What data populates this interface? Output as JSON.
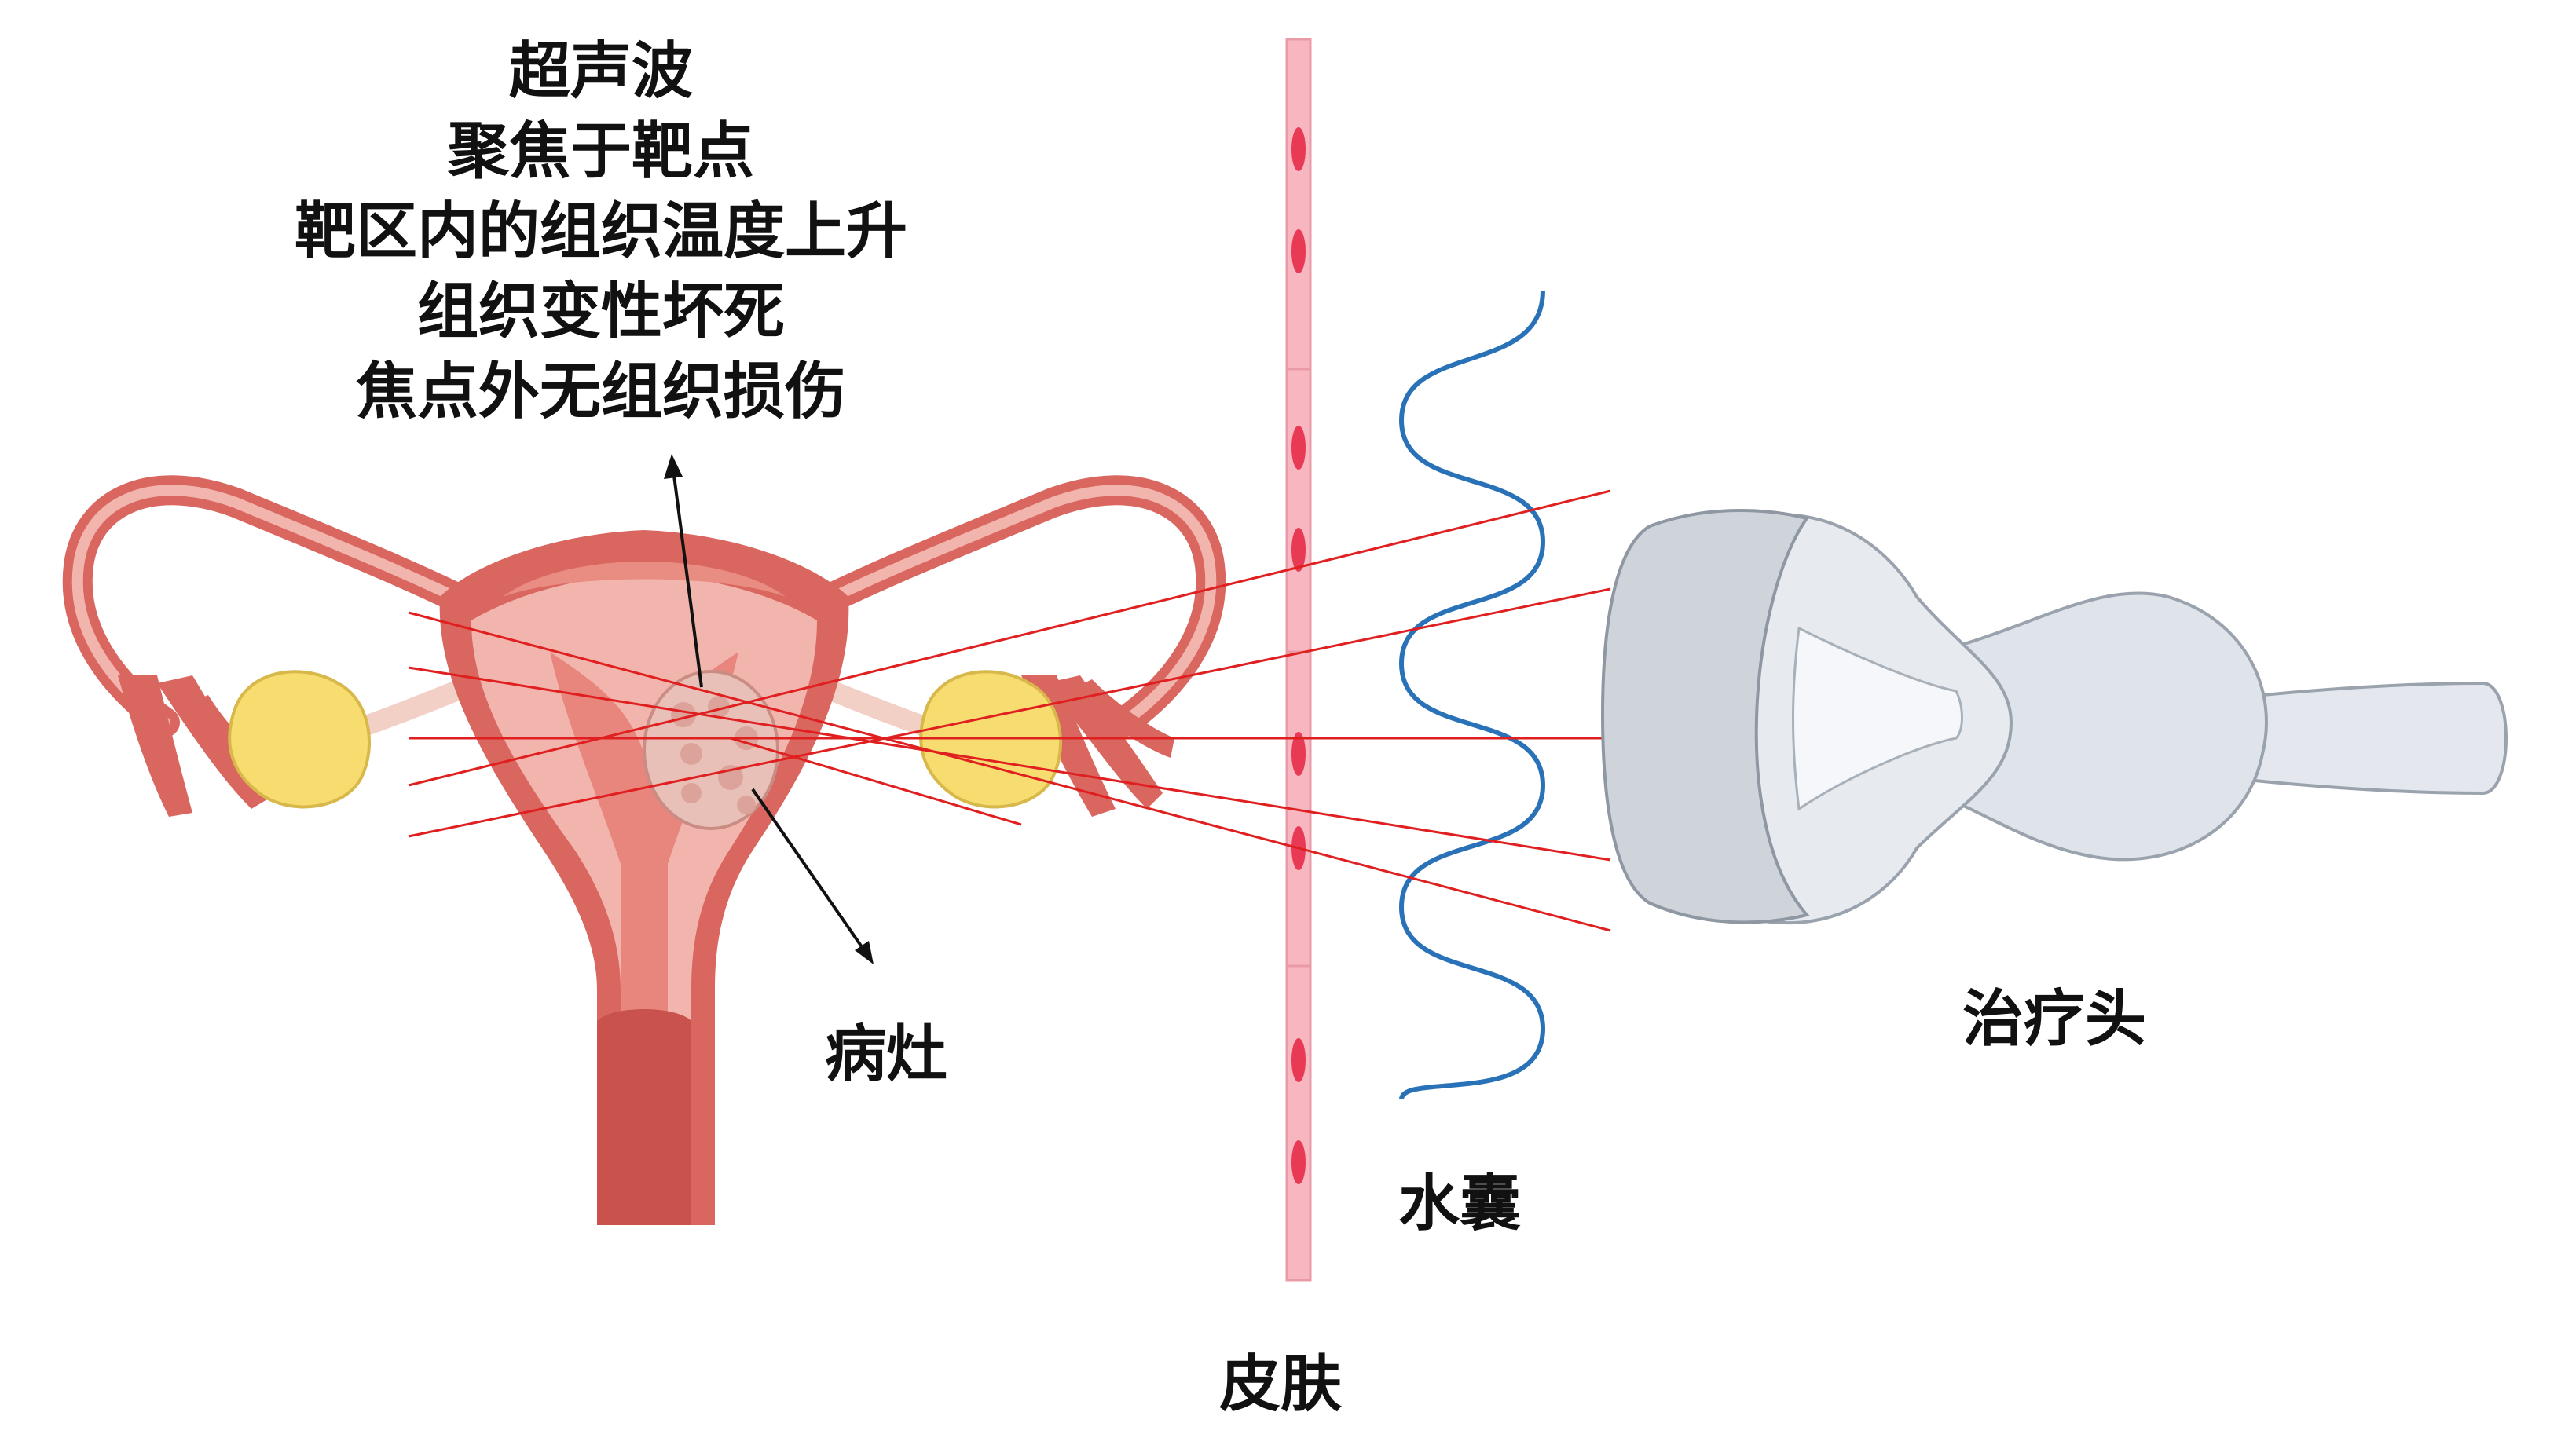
{
  "ultrasound_description": [
    "超声波",
    "聚焦于靶点",
    "靶区内的组织温度上升",
    "组织变性坏死",
    "焦点外无组织损伤"
  ],
  "labels": {
    "lesion": "病灶",
    "skin": "皮肤",
    "water_bag": "水囊",
    "treatment_head": "治疗头"
  },
  "colors": {
    "uterus_outer": "#d9665f",
    "uterus_inner": "#f2b5ad",
    "uterus_cavity": "#e8867d",
    "ovary": "#f7dc6f",
    "lesion": "#e9c0b8",
    "skin": "#f7b6c0",
    "skin_cells": "#e83a55",
    "water_wave": "#2a72b8",
    "beam": "#e02020",
    "probe": "#e4e8ee"
  },
  "icons": {
    "uterus": "uterus-illustration",
    "skin": "skin-layer-illustration",
    "water_bag": "wave-illustration",
    "probe": "ultrasound-probe-illustration"
  }
}
